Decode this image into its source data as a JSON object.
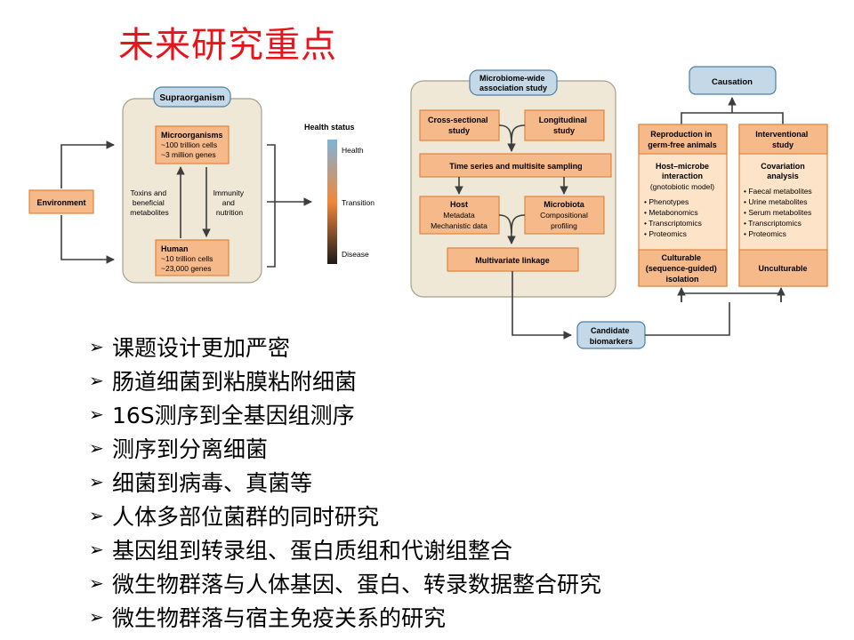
{
  "title": "未来研究重点",
  "left_diagram": {
    "supraorganism_label": "Supraorganism",
    "microorganisms": {
      "title": "Microorganisms",
      "line1": "~100 trillion cells",
      "line2": "~3 million genes"
    },
    "human": {
      "title": "Human",
      "line1": "~10 trillion cells",
      "line2": "~23,000 genes"
    },
    "toxins_text": [
      "Toxins and",
      "beneficial",
      "metabolites"
    ],
    "immunity_text": [
      "Immunity",
      "and",
      "nutrition"
    ],
    "environment": "Environment",
    "health_status": {
      "title": "Health status",
      "health": "Health",
      "transition": "Transition",
      "disease": "Disease"
    },
    "colors": {
      "health": "#7fb3d8",
      "transition": "#f0883a",
      "disease": "#1a1a1a"
    }
  },
  "right_diagram": {
    "mwas_label": [
      "Microbiome-wide",
      "association study"
    ],
    "cross_sectional": [
      "Cross-sectional",
      "study"
    ],
    "longitudinal": [
      "Longitudinal",
      "study"
    ],
    "time_series": "Time series and multisite sampling",
    "host": {
      "title": "Host",
      "line1": "Metadata",
      "line2": "Mechanistic data"
    },
    "microbiota": {
      "title": "Microbiota",
      "line1": "Compositional",
      "line2": "profiling"
    },
    "multivariate": "Multivariate linkage",
    "candidate": [
      "Candidate",
      "biomarkers"
    ],
    "causation": "Causation",
    "germ_free": [
      "Reproduction in",
      "germ-free animals"
    ],
    "interventional": [
      "Interventional",
      "study"
    ],
    "host_microbe": {
      "title1": "Host–microbe",
      "title2": "interaction",
      "sub": "(gnotobiotic model)",
      "items": [
        "• Phenotypes",
        "• Metabonomics",
        "• Transcriptomics",
        "• Proteomics"
      ]
    },
    "covariation": {
      "title1": "Covariation",
      "title2": "analysis",
      "items": [
        "• Faecal metabolites",
        "• Urine metabolites",
        "• Serum metabolites",
        "• Transcriptomics",
        "• Proteomics"
      ]
    },
    "culturable": [
      "Culturable",
      "(sequence-guided)",
      "isolation"
    ],
    "unculturable": "Unculturable"
  },
  "bullets": [
    "课题设计更加严密",
    "肠道细菌到粘膜粘附细菌",
    "16S测序到全基因组测序",
    "测序到分离细菌",
    "细菌到病毒、真菌等",
    "人体多部位菌群的同时研究",
    "基因组到转录组、蛋白质组和代谢组整合",
    "微生物群落与人体基因、蛋白、转录数据整合研究",
    "微生物群落与宿主免疫关系的研究"
  ]
}
